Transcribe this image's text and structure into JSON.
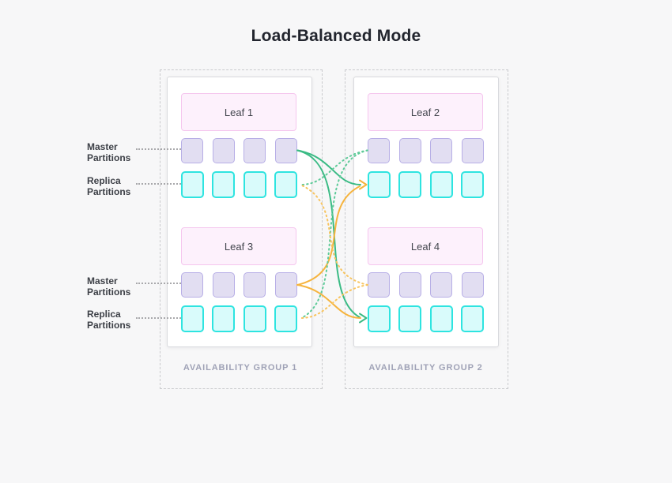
{
  "title": "Load-Balanced Mode",
  "groups": [
    {
      "label": "AVAILABILITY GROUP 1",
      "leaves": [
        {
          "name": "Leaf 1"
        },
        {
          "name": "Leaf 3"
        }
      ]
    },
    {
      "label": "AVAILABILITY GROUP 2",
      "leaves": [
        {
          "name": "Leaf 2"
        },
        {
          "name": "Leaf 4"
        }
      ]
    }
  ],
  "side_labels": [
    {
      "text": "Master\nPartitions"
    },
    {
      "text": "Replica\nPartitions"
    },
    {
      "text": "Master\nPartitions"
    },
    {
      "text": "Replica\nPartitions"
    }
  ],
  "partitions": {
    "masters_per_leaf": 4,
    "replicas_per_leaf": 4
  },
  "edges": [
    {
      "from": "Leaf 1 master",
      "to": "Leaf 2 replica",
      "style": "solid",
      "color": "green"
    },
    {
      "from": "Leaf 1 master",
      "to": "Leaf 4 replica",
      "style": "solid",
      "color": "green"
    },
    {
      "from": "Leaf 3 master",
      "to": "Leaf 2 replica",
      "style": "solid",
      "color": "orange"
    },
    {
      "from": "Leaf 3 master",
      "to": "Leaf 4 replica",
      "style": "solid",
      "color": "orange"
    },
    {
      "from": "Leaf 2 master",
      "to": "Leaf 1 replica",
      "style": "dotted",
      "color": "green_dotted"
    },
    {
      "from": "Leaf 2 master",
      "to": "Leaf 3 replica",
      "style": "dotted",
      "color": "green_dotted"
    },
    {
      "from": "Leaf 4 master",
      "to": "Leaf 1 replica",
      "style": "dotted",
      "color": "orange_dotted"
    },
    {
      "from": "Leaf 4 master",
      "to": "Leaf 3 replica",
      "style": "dotted",
      "color": "orange_dotted"
    }
  ],
  "colors": {
    "green": "#3bbb85",
    "orange": "#f6b43e",
    "green_dotted": "#5fcb99",
    "orange_dotted": "#f8c45f",
    "master_fill": "#e2def2",
    "master_border": "#b7aee6",
    "replica_fill": "#d9fbfb",
    "replica_border": "#2ee4e0",
    "leaf_fill": "#fdf1fc",
    "leaf_border": "#f5c6ee",
    "background": "#f7f7f8"
  }
}
